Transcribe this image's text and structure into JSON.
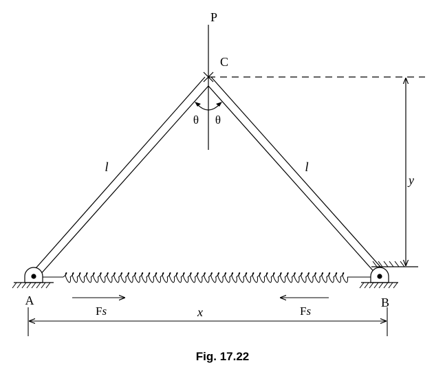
{
  "labels": {
    "load": "P",
    "apex": "C",
    "support_left": "A",
    "support_right": "B",
    "bar_left_length": "l",
    "bar_right_length": "l",
    "angle_left": "θ",
    "angle_right": "θ",
    "height": "y",
    "span": "x",
    "spring_force_left": "F",
    "spring_force_left_sub": "s",
    "spring_force_right": "F",
    "spring_force_right_sub": "s"
  },
  "caption": "Fig. 17.22"
}
